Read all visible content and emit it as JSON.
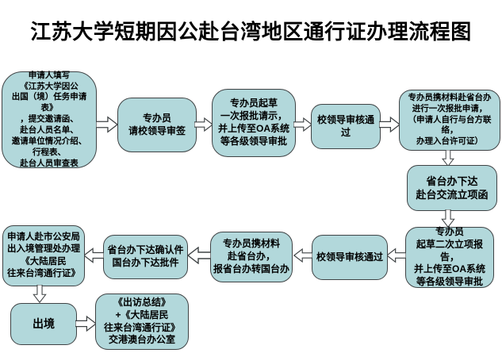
{
  "title": "江苏大学短期因公赴台湾地区通行证办理流程图",
  "colors": {
    "background": "#ffffff",
    "box_fill": "#b2d8db",
    "box_border": "#3f4345",
    "arrow_fill": "#ffffff",
    "text": "#000000"
  },
  "flowchart": {
    "nodes": [
      {
        "id": "step1",
        "text": "申请人填写\n《江苏大学因公\n出国（境）任务申请表》\n，提交邀请函、\n赴台人员名单、\n邀请单位情况介绍、\n行程表、\n赴台人员审查表"
      },
      {
        "id": "step2",
        "text": "专办员\n请校领导审签"
      },
      {
        "id": "step3",
        "text": "专办员起草\n一次报批请示，\n并上传至OA系统\n等各级领导审批"
      },
      {
        "id": "step4",
        "text": "校领导审核通过"
      },
      {
        "id": "step5",
        "text": "专办员携材料赴省台办\n进行一次报批申请，\n（申请人自行与台方联络，\n办理入台许可证）"
      },
      {
        "id": "step6",
        "text": "省台办下达\n赴台交流立项函"
      },
      {
        "id": "step7",
        "text": "专办员\n起草二次立项报告，\n并上传至OA系统\n等各级领导审批"
      },
      {
        "id": "step8",
        "text": "校领导审核通过"
      },
      {
        "id": "step9",
        "text": "专办员携材料\n赴省台办，\n报省台办转国台办"
      },
      {
        "id": "step10",
        "text": "省台办下达确认件\n国台办下达批件"
      },
      {
        "id": "step11",
        "text": "申请人赴市公安局\n出入境管理处办理\n《大陆居民\n往来台湾通行证》"
      },
      {
        "id": "step12",
        "text": "出境"
      },
      {
        "id": "step13",
        "text": "《出访总结》\n+《大陆居民\n往来台湾通行证》\n交港澳台办公室"
      }
    ],
    "edges": [
      {
        "from": "step1",
        "to": "step2",
        "direction": "right"
      },
      {
        "from": "step2",
        "to": "step3",
        "direction": "right"
      },
      {
        "from": "step3",
        "to": "step4",
        "direction": "right"
      },
      {
        "from": "step4",
        "to": "step5",
        "direction": "right"
      },
      {
        "from": "step5",
        "to": "step6",
        "direction": "down"
      },
      {
        "from": "step6",
        "to": "step7",
        "direction": "down"
      },
      {
        "from": "step7",
        "to": "step8",
        "direction": "left"
      },
      {
        "from": "step8",
        "to": "step9",
        "direction": "left"
      },
      {
        "from": "step9",
        "to": "step10",
        "direction": "left"
      },
      {
        "from": "step10",
        "to": "step11",
        "direction": "left"
      },
      {
        "from": "step11",
        "to": "step12",
        "direction": "down"
      },
      {
        "from": "step12",
        "to": "step13",
        "direction": "right"
      }
    ]
  }
}
